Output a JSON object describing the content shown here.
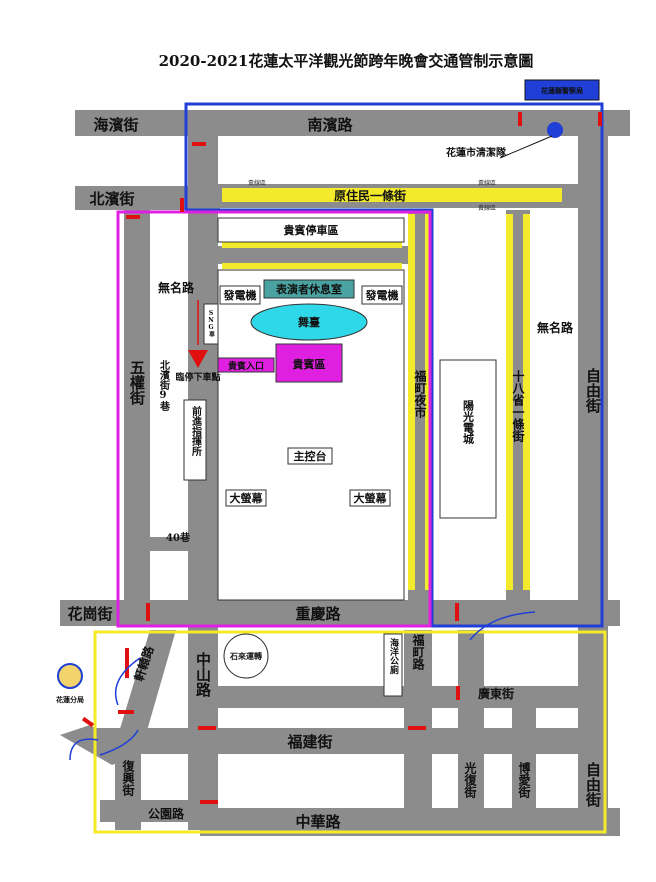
{
  "title": "2020-2021花蓮太平洋觀光節跨年晚會交通管制示意圖",
  "streets": {
    "haibin": "海濱街",
    "nanbin": "南濱路",
    "beibin": "北濱街",
    "yuanzhumin": "原住民一條街",
    "wuming1": "無名路",
    "wuming2": "無名路",
    "wuquan": "五權街",
    "beibin9": "北濱街9巷",
    "xiang40": "40巷",
    "fuding_night": "福町夜市",
    "lane18": "十八省一條街",
    "ziyou1": "自由街",
    "ziyou2": "自由街",
    "huagang": "花崗街",
    "chongqing": "重慶路",
    "xuanyuan": "軒轅路",
    "zhongshan": "中山路",
    "fuding_road": "福町路",
    "guangdong": "廣東街",
    "fujian": "福建街",
    "fuxing": "復興街",
    "guangfu": "光復街",
    "boai": "博愛街",
    "gongyuan": "公園路",
    "zhonghua": "中華路"
  },
  "buildings": {
    "vip_parking": "貴賓停車區",
    "generator_left": "發電機",
    "performers_lounge": "表演者休息室",
    "generator_right": "發電機",
    "stage": "舞臺",
    "vip_entrance": "貴賓入口",
    "vip_area": "貴賓區",
    "main_control": "主控台",
    "screen_left": "大螢幕",
    "screen_right": "大螢幕",
    "sun_cinema": "陽光電城",
    "pre_show_queue": "前進指揮所",
    "sng": "SNG車",
    "stone_sculpture": "石來運轉",
    "public_toilet": "海洋公廁",
    "cleaning_team": "花蓮市清潔隊",
    "dropoff": "臨停下車點",
    "police_seal": "花蓮分局",
    "top_badge": "花蓮縣警察局"
  },
  "yellow_tag": "黃線區",
  "colors": {
    "road": "#8c8c8c",
    "blue_zone": "#1f3fd6",
    "magenta_zone": "#e020e0",
    "yellow_zone": "#f2ea2a",
    "barrier": "#e01010",
    "teal_lounge": "#4aa3a0",
    "stage_cyan": "#2fd8e8",
    "vip_magenta": "#e020e0"
  }
}
